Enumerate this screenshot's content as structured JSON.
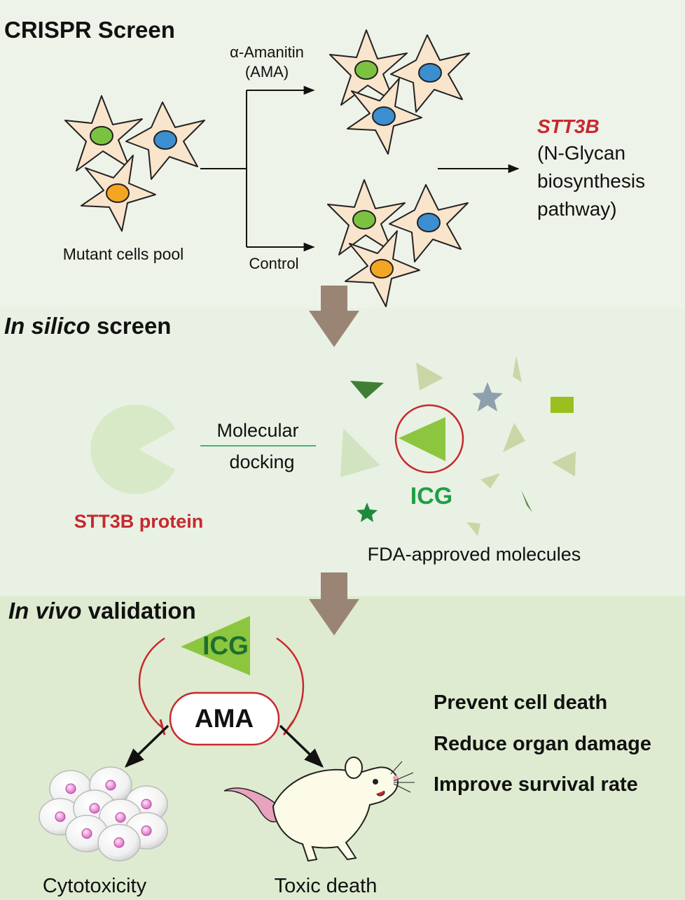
{
  "panels": {
    "crispr": {
      "title": "CRISPR Screen",
      "input_label": "Mutant cells pool",
      "treatment_line1": "α-Amanitin",
      "treatment_line2": "(AMA)",
      "control_label": "Control",
      "result_gene": "STT3B",
      "result_line1": "(N-Glycan",
      "result_line2": "biosynthesis",
      "result_line3": "pathway)"
    },
    "insilico": {
      "title_italic": "In silico",
      "title_rest": " screen",
      "docking_line1": "Molecular",
      "docking_line2": "docking",
      "protein_label": "STT3B protein",
      "hit_label": "ICG",
      "library_label": "FDA-approved molecules"
    },
    "invivo": {
      "title_italic": "In vivo",
      "title_rest": " validation",
      "drug_label": "ICG",
      "toxin_label": "AMA",
      "outcome_left": "Cytotoxicity",
      "outcome_right": "Toxic death",
      "effects": [
        "Prevent cell death",
        "Reduce organ damage",
        "Improve survival rate"
      ]
    }
  },
  "colors": {
    "panel1_bg": "#eef3e9",
    "panel2_bg": "#e9f1e4",
    "panel3_bg": "#deebd0",
    "flow_arrow": "#9a8575",
    "accent_red": "#c8282e",
    "icg_green": "#1f9e46",
    "cell_fill": "#f9e4cc",
    "nucleus_green": "#7cc242",
    "nucleus_blue": "#3b8fd0",
    "nucleus_orange": "#f4a623"
  }
}
